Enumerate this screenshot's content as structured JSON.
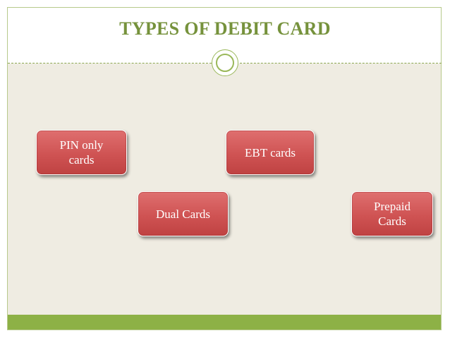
{
  "slide": {
    "title": "TYPES OF DEBIT CARD",
    "colors": {
      "title": "#76923c",
      "accent": "#8db146",
      "body_background": "#efece2",
      "card_fill": "#cf5353",
      "card_text": "#ffffff"
    }
  },
  "diagram": {
    "nodes": [
      {
        "id": "pin",
        "label": "PIN only\ncards"
      },
      {
        "id": "ebt",
        "label": "EBT cards"
      },
      {
        "id": "dual",
        "label": "Dual Cards"
      },
      {
        "id": "prepaid",
        "label": "Prepaid\nCards"
      }
    ]
  },
  "decorations": {
    "ornament_icon": "double-circle-icon"
  }
}
